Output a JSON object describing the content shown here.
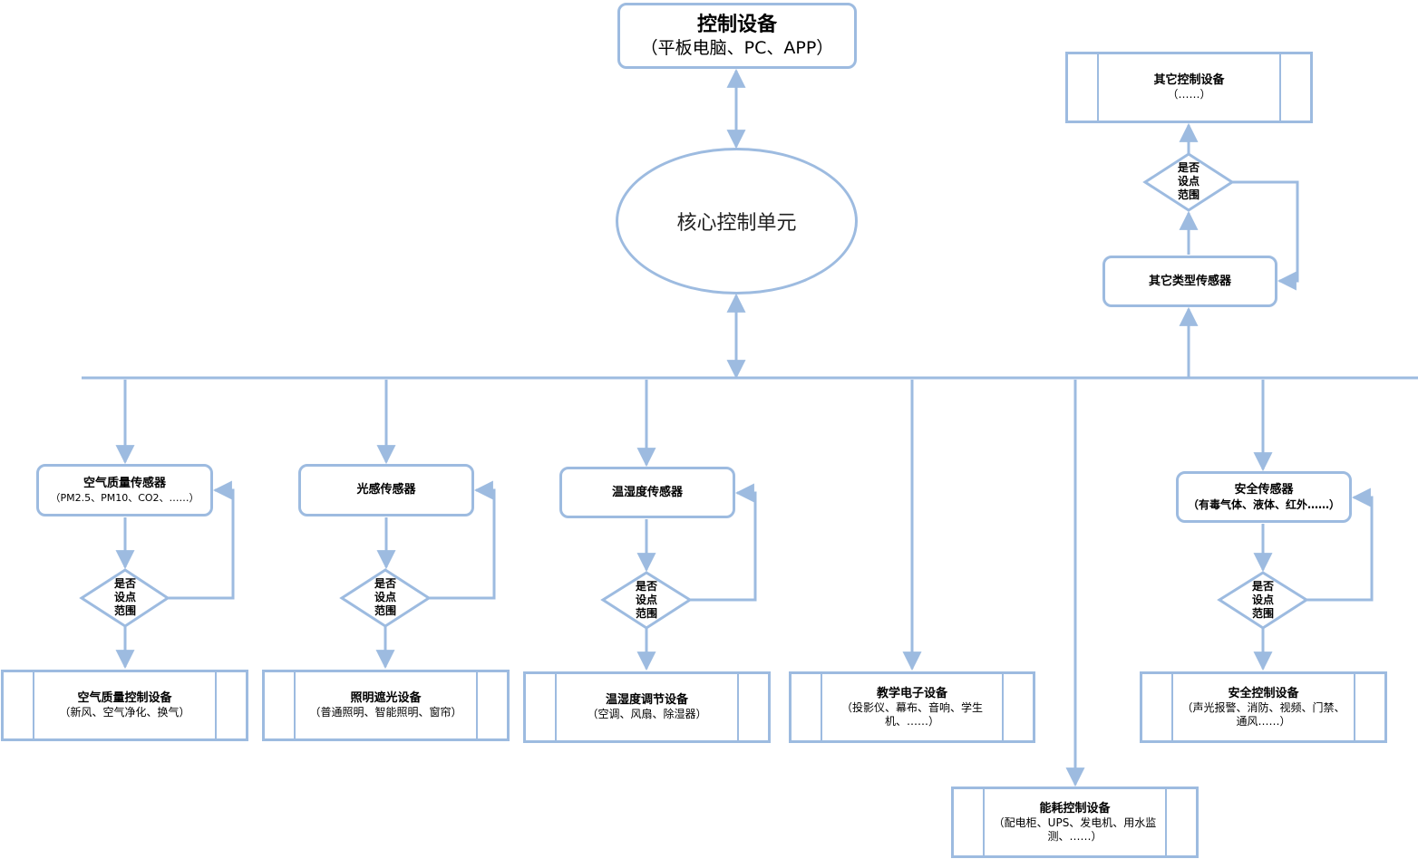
{
  "top_device": {
    "title": "控制设备",
    "subtitle": "（平板电脑、PC、APP）"
  },
  "core_unit": {
    "label": "核心控制单元"
  },
  "decision_label": [
    "是否",
    "设点",
    "范围"
  ],
  "sensors": {
    "air": {
      "title": "空气质量传感器",
      "subtitle": "（PM2.5、PM10、CO2、……）"
    },
    "light": {
      "title": "光感传感器"
    },
    "temp": {
      "title": "温湿度传感器"
    },
    "safety": {
      "title": "安全传感器",
      "subtitle": "（有毒气体、液体、红外……）"
    },
    "other": {
      "title": "其它类型传感器"
    }
  },
  "devices": {
    "air": {
      "title": "空气质量控制设备",
      "subtitle": "（新风、空气净化、换气）"
    },
    "light": {
      "title": "照明遮光设备",
      "subtitle": "（普通照明、智能照明、窗帘）"
    },
    "temp": {
      "title": "温湿度调节设备",
      "subtitle": "（空调、风扇、除湿器）"
    },
    "teaching": {
      "title": "教学电子设备",
      "subtitle": "（投影仪、幕布、音响、学生机、……）"
    },
    "energy": {
      "title": "能耗控制设备",
      "subtitle": "（配电柜、UPS、发电机、用水监测、……）"
    },
    "safety": {
      "title": "安全控制设备",
      "subtitle": "（声光报警、消防、视频、门禁、通风……）"
    },
    "other": {
      "title": "其它控制设备",
      "subtitle": "（……）"
    }
  },
  "colors": {
    "line": "#9dbbe0"
  }
}
